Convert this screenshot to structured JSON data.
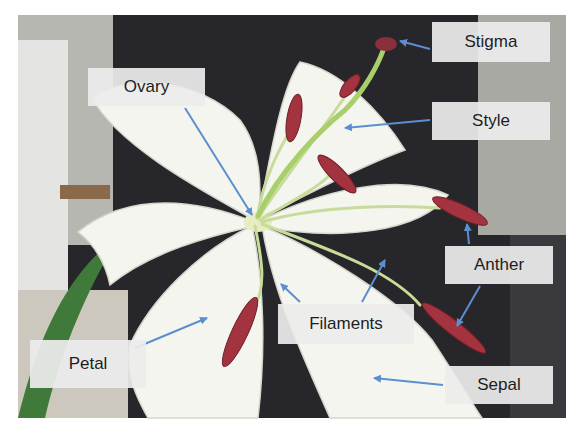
{
  "diagram": {
    "nodes": [
      {
        "text": [
          "Stigma"
        ]
      },
      {
        "text": [
          "Ovary"
        ]
      },
      {
        "text": [
          "Style"
        ]
      },
      {
        "text": [
          "Anther"
        ]
      },
      {
        "text": [
          "Filaments"
        ]
      },
      {
        "text": [
          "Petal"
        ]
      },
      {
        "text": [
          "Sepal"
        ]
      }
    ]
  }
}
